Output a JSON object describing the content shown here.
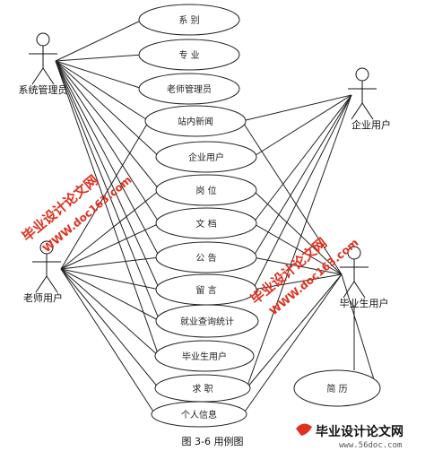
{
  "diagram": {
    "use_cases": [
      {
        "id": "uc1",
        "label": "系 别"
      },
      {
        "id": "uc2",
        "label": "专 业"
      },
      {
        "id": "uc3",
        "label": "老师管理员"
      },
      {
        "id": "uc4",
        "label": "站内新闻"
      },
      {
        "id": "uc5",
        "label": "企业用户"
      },
      {
        "id": "uc6",
        "label": "岗 位"
      },
      {
        "id": "uc7",
        "label": "文 档"
      },
      {
        "id": "uc8",
        "label": "公 告"
      },
      {
        "id": "uc9",
        "label": "留 言"
      },
      {
        "id": "uc10",
        "label": "就业查询统计"
      },
      {
        "id": "uc11",
        "label": "毕业生用户"
      },
      {
        "id": "uc12",
        "label": "求 职"
      },
      {
        "id": "uc13",
        "label": "个人信息"
      },
      {
        "id": "uc14",
        "label": "简 历"
      }
    ],
    "actors": [
      {
        "id": "sys",
        "label": "系统管理员"
      },
      {
        "id": "teacher",
        "label": "老师用户"
      },
      {
        "id": "ent",
        "label": "企业用户"
      },
      {
        "id": "grad",
        "label": "毕业生用户"
      }
    ],
    "associations": [
      [
        "sys",
        "uc1"
      ],
      [
        "sys",
        "uc2"
      ],
      [
        "sys",
        "uc3"
      ],
      [
        "sys",
        "uc4"
      ],
      [
        "sys",
        "uc5"
      ],
      [
        "sys",
        "uc6"
      ],
      [
        "sys",
        "uc7"
      ],
      [
        "sys",
        "uc8"
      ],
      [
        "sys",
        "uc9"
      ],
      [
        "sys",
        "uc10"
      ],
      [
        "sys",
        "uc11"
      ],
      [
        "teacher",
        "uc4"
      ],
      [
        "teacher",
        "uc6"
      ],
      [
        "teacher",
        "uc7"
      ],
      [
        "teacher",
        "uc8"
      ],
      [
        "teacher",
        "uc9"
      ],
      [
        "teacher",
        "uc10"
      ],
      [
        "teacher",
        "uc11"
      ],
      [
        "teacher",
        "uc12"
      ],
      [
        "teacher",
        "uc13"
      ],
      [
        "ent",
        "uc4"
      ],
      [
        "ent",
        "uc5"
      ],
      [
        "ent",
        "uc7"
      ],
      [
        "ent",
        "uc8"
      ],
      [
        "ent",
        "uc9"
      ],
      [
        "ent",
        "uc12"
      ],
      [
        "grad",
        "uc4"
      ],
      [
        "grad",
        "uc6"
      ],
      [
        "grad",
        "uc7"
      ],
      [
        "grad",
        "uc8"
      ],
      [
        "grad",
        "uc9"
      ],
      [
        "grad",
        "uc12"
      ],
      [
        "grad",
        "uc13"
      ],
      [
        "grad",
        "uc14"
      ]
    ]
  },
  "watermark": {
    "text1": "毕业设计论文网",
    "text2": "WWW.doc163.com",
    "color": "#e0301e"
  },
  "caption": "图 3-6 用例图",
  "brand": {
    "title": "毕业设计论文网",
    "url": "www.56doc.com"
  },
  "colors": {
    "line": "#222222",
    "ellipse_stroke": "#222222",
    "text": "#222222"
  }
}
